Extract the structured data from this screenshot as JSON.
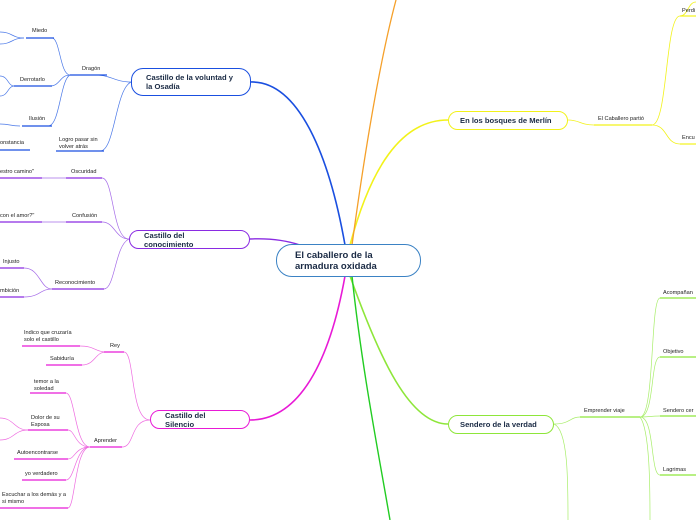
{
  "root": {
    "title": "El caballero de la armadura oxidada"
  },
  "branches": {
    "castillo_voluntad": {
      "title": "Castillo de la voluntad y la Osadía",
      "color": "#1a4fe0",
      "items": {
        "dragon": "Dragón",
        "miedo": "Miedo",
        "derrotarlo": "Derrotarlo",
        "ilusion": "Ilusión",
        "logro": "Logro pasar sin volver atrás",
        "constancia": "onstancia"
      }
    },
    "castillo_conocimiento": {
      "title": "Castillo del conocimiento",
      "color": "#8a2be2",
      "items": {
        "oscuridad": "Oscuridad",
        "nuestro_camino": "estro camino\"",
        "confusion": "Confusión",
        "con_el_amor": "con el amor?\"",
        "reconocimiento": "Reconocimiento",
        "injusto": "Injusto",
        "ambicion": "mbición"
      }
    },
    "castillo_silencio": {
      "title": "Castillo del Silencio",
      "color": "#e81ad6",
      "items": {
        "rey": "Rey",
        "indico": "Indico que cruzaría solo el castillo",
        "sabiduria": "Sabiduría",
        "aprender": "Aprender",
        "temor": "temor a la soledad",
        "dolor": "Dolor de su Esposa",
        "autoencontrarse": "Autoencontrarse",
        "yo_verdadero": "yo verdadero",
        "escuchar": "Escuchar a los demás y a si mismo"
      }
    },
    "bosques_merlin": {
      "title": "En los bosques de Merlín",
      "color": "#f2f21a",
      "items": {
        "partio": "El Caballero partió",
        "perdi": "Perdi",
        "encu": "Encu"
      }
    },
    "sendero_verdad": {
      "title": "Sendero de la verdad",
      "color": "#8ee63a",
      "items": {
        "emprender": "Emprender viaje",
        "acompanan": "Acompañan",
        "objetivo": "Objetivo",
        "sendero": "Sendero cer",
        "lagrimas": "Lagrimas"
      }
    }
  },
  "extra_colors": {
    "orange": "#f5a02a",
    "green": "#22cc22"
  }
}
